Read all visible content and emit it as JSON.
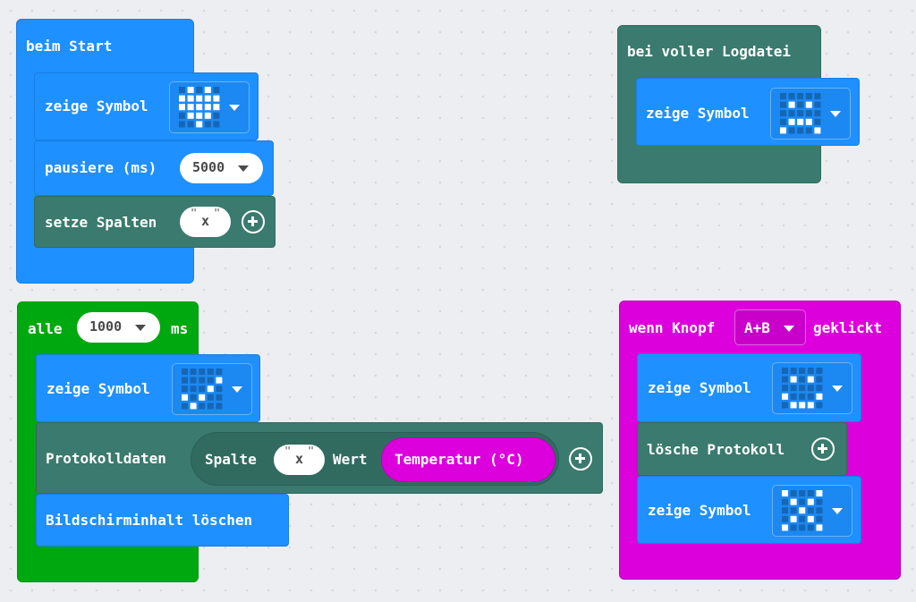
{
  "colors": {
    "basic": "#1e90ff",
    "datalogger": "#3b7a6e",
    "loops": "#00a80f",
    "input": "#dc00dc",
    "background": "#eceef1"
  },
  "icons": {
    "heart": "heart-icon",
    "sad": "sad-face-icon",
    "yes": "checkmark-icon",
    "happy": "happy-face-icon",
    "no": "x-mark-icon",
    "plus": "plus-circle-icon",
    "caret": "chevron-down-icon"
  },
  "on_start": {
    "label": "beim Start",
    "show_icon": {
      "label": "zeige Symbol",
      "icon": "heart"
    },
    "pause": {
      "label": "pausiere (ms)",
      "value": "5000"
    },
    "set_columns": {
      "label": "setze Spalten",
      "value": "x"
    }
  },
  "on_log_full": {
    "label": "bei voller Logdatei",
    "show_icon": {
      "label": "zeige Symbol",
      "icon": "sad"
    }
  },
  "every": {
    "label_prefix": "alle",
    "interval": "1000",
    "label_suffix": "ms",
    "show_icon": {
      "label": "zeige Symbol",
      "icon": "yes"
    },
    "log_data": {
      "label": "Protokolldaten",
      "column_label": "Spalte",
      "column_value": "x",
      "value_label": "Wert",
      "value_reporter": "Temperatur (°C)"
    },
    "clear_screen": {
      "label": "Bildschirminhalt löschen"
    }
  },
  "on_button": {
    "label_prefix": "wenn Knopf",
    "button": "A+B",
    "label_suffix": "geklickt",
    "show_icon_1": {
      "label": "zeige Symbol",
      "icon": "happy"
    },
    "delete_log": {
      "label": "lösche Protokoll"
    },
    "show_icon_2": {
      "label": "zeige Symbol",
      "icon": "no"
    }
  }
}
